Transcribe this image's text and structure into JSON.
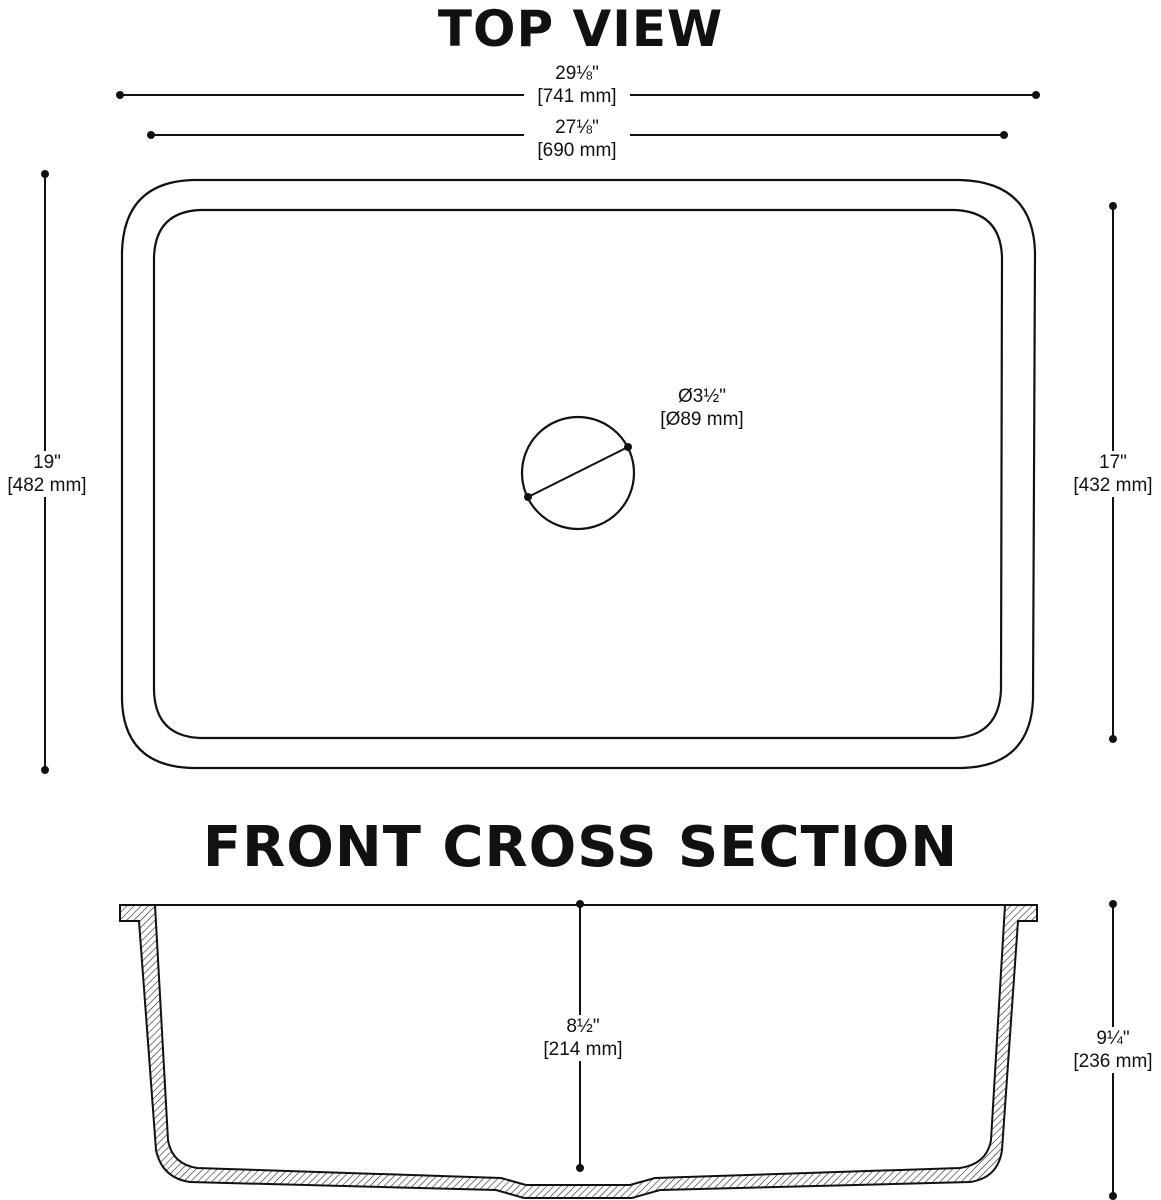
{
  "titles": {
    "top_view": "TOP VIEW",
    "front_cross_section": "FRONT CROSS SECTION"
  },
  "dimensions": {
    "outer_length": {
      "imperial": "29⅛\"",
      "metric": "[741 mm]"
    },
    "inner_length": {
      "imperial": "27⅛\"",
      "metric": "[690 mm]"
    },
    "outer_width": {
      "imperial": "19\"",
      "metric": "[482 mm]"
    },
    "inner_width": {
      "imperial": "17\"",
      "metric": "[432 mm]"
    },
    "drain_diameter": {
      "imperial": "Ø3½\"",
      "metric": "[Ø89 mm]"
    },
    "inner_depth": {
      "imperial": "8½\"",
      "metric": "[214 mm]"
    },
    "outer_depth": {
      "imperial": "9¼\"",
      "metric": "[236 mm]"
    }
  }
}
